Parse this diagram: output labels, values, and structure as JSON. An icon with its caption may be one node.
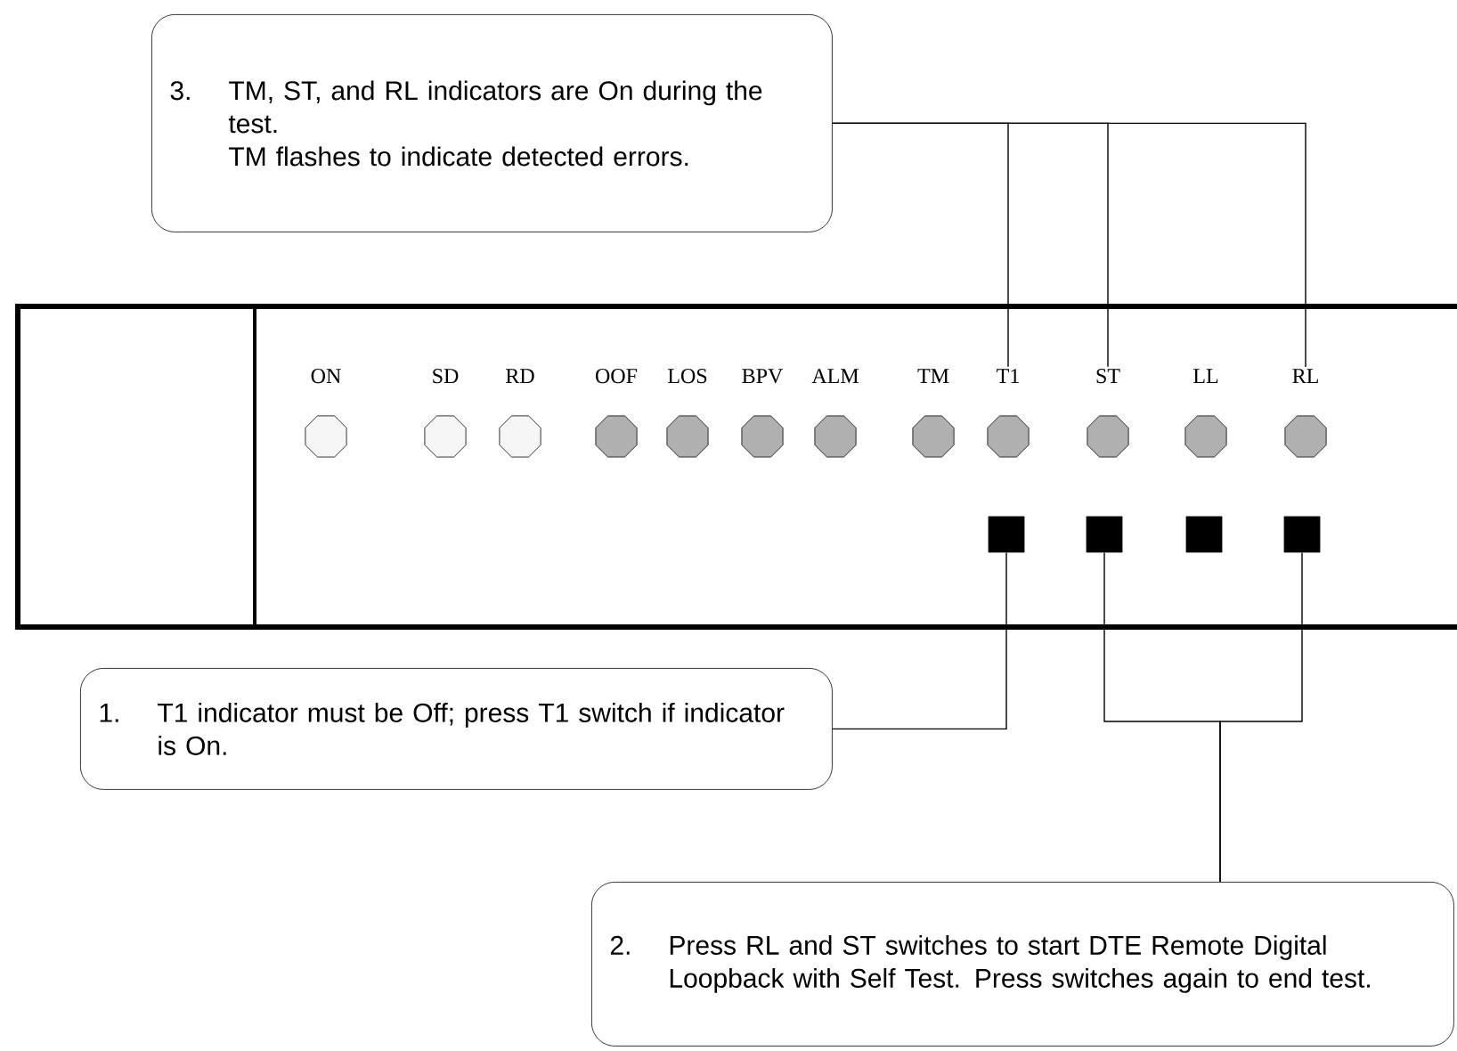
{
  "diagram": {
    "nodes": [
      {
        "text": [
          "3.",
          "TM, ST, and RL indicators are On during the test.",
          "TM flashes to indicate detected errors."
        ]
      },
      {
        "text": [],
        "shape": "box"
      },
      {
        "text": [],
        "shape": "box",
        "in": 1
      },
      {
        "text": [
          "ON"
        ],
        "in": 1
      },
      {
        "text": [
          "SD"
        ],
        "in": 1
      },
      {
        "text": [
          "RD"
        ],
        "in": 1
      },
      {
        "text": [
          "OOF"
        ],
        "in": 1
      },
      {
        "text": [
          "LOS"
        ],
        "in": 1
      },
      {
        "text": [
          "BPV"
        ],
        "in": 1
      },
      {
        "text": [
          "ALM"
        ],
        "in": 1
      },
      {
        "text": [
          "TM"
        ],
        "in": 1
      },
      {
        "text": [
          "T1"
        ],
        "in": 1
      },
      {
        "text": [
          "ST"
        ],
        "in": 1
      },
      {
        "text": [
          "LL"
        ],
        "in": 1
      },
      {
        "text": [
          "RL"
        ],
        "in": 1
      },
      {
        "text": [],
        "shape": "box",
        "in": 1
      },
      {
        "text": [],
        "shape": "box",
        "in": 1
      },
      {
        "text": [],
        "shape": "box",
        "in": 1
      },
      {
        "text": [],
        "shape": "box",
        "in": 1
      },
      {
        "text": [
          "1.",
          "T1 indicator must be Off; press T1 switch if indicator is On."
        ]
      },
      {
        "text": [
          "2.",
          "Press RL and ST switches to start DTE Remote Digital Loopback with Self Test. Press switches again to end test."
        ]
      }
    ],
    "edges": [
      {
        "from": 0,
        "to": 11,
        "arrow": "none"
      },
      {
        "from": 0,
        "to": 12,
        "arrow": "none"
      },
      {
        "from": 0,
        "to": 14,
        "arrow": "none"
      },
      {
        "from": 19,
        "to": 15,
        "arrow": "none"
      },
      {
        "from": 20,
        "to": 16,
        "arrow": "none"
      },
      {
        "from": 20,
        "to": 18,
        "arrow": "none"
      }
    ]
  }
}
